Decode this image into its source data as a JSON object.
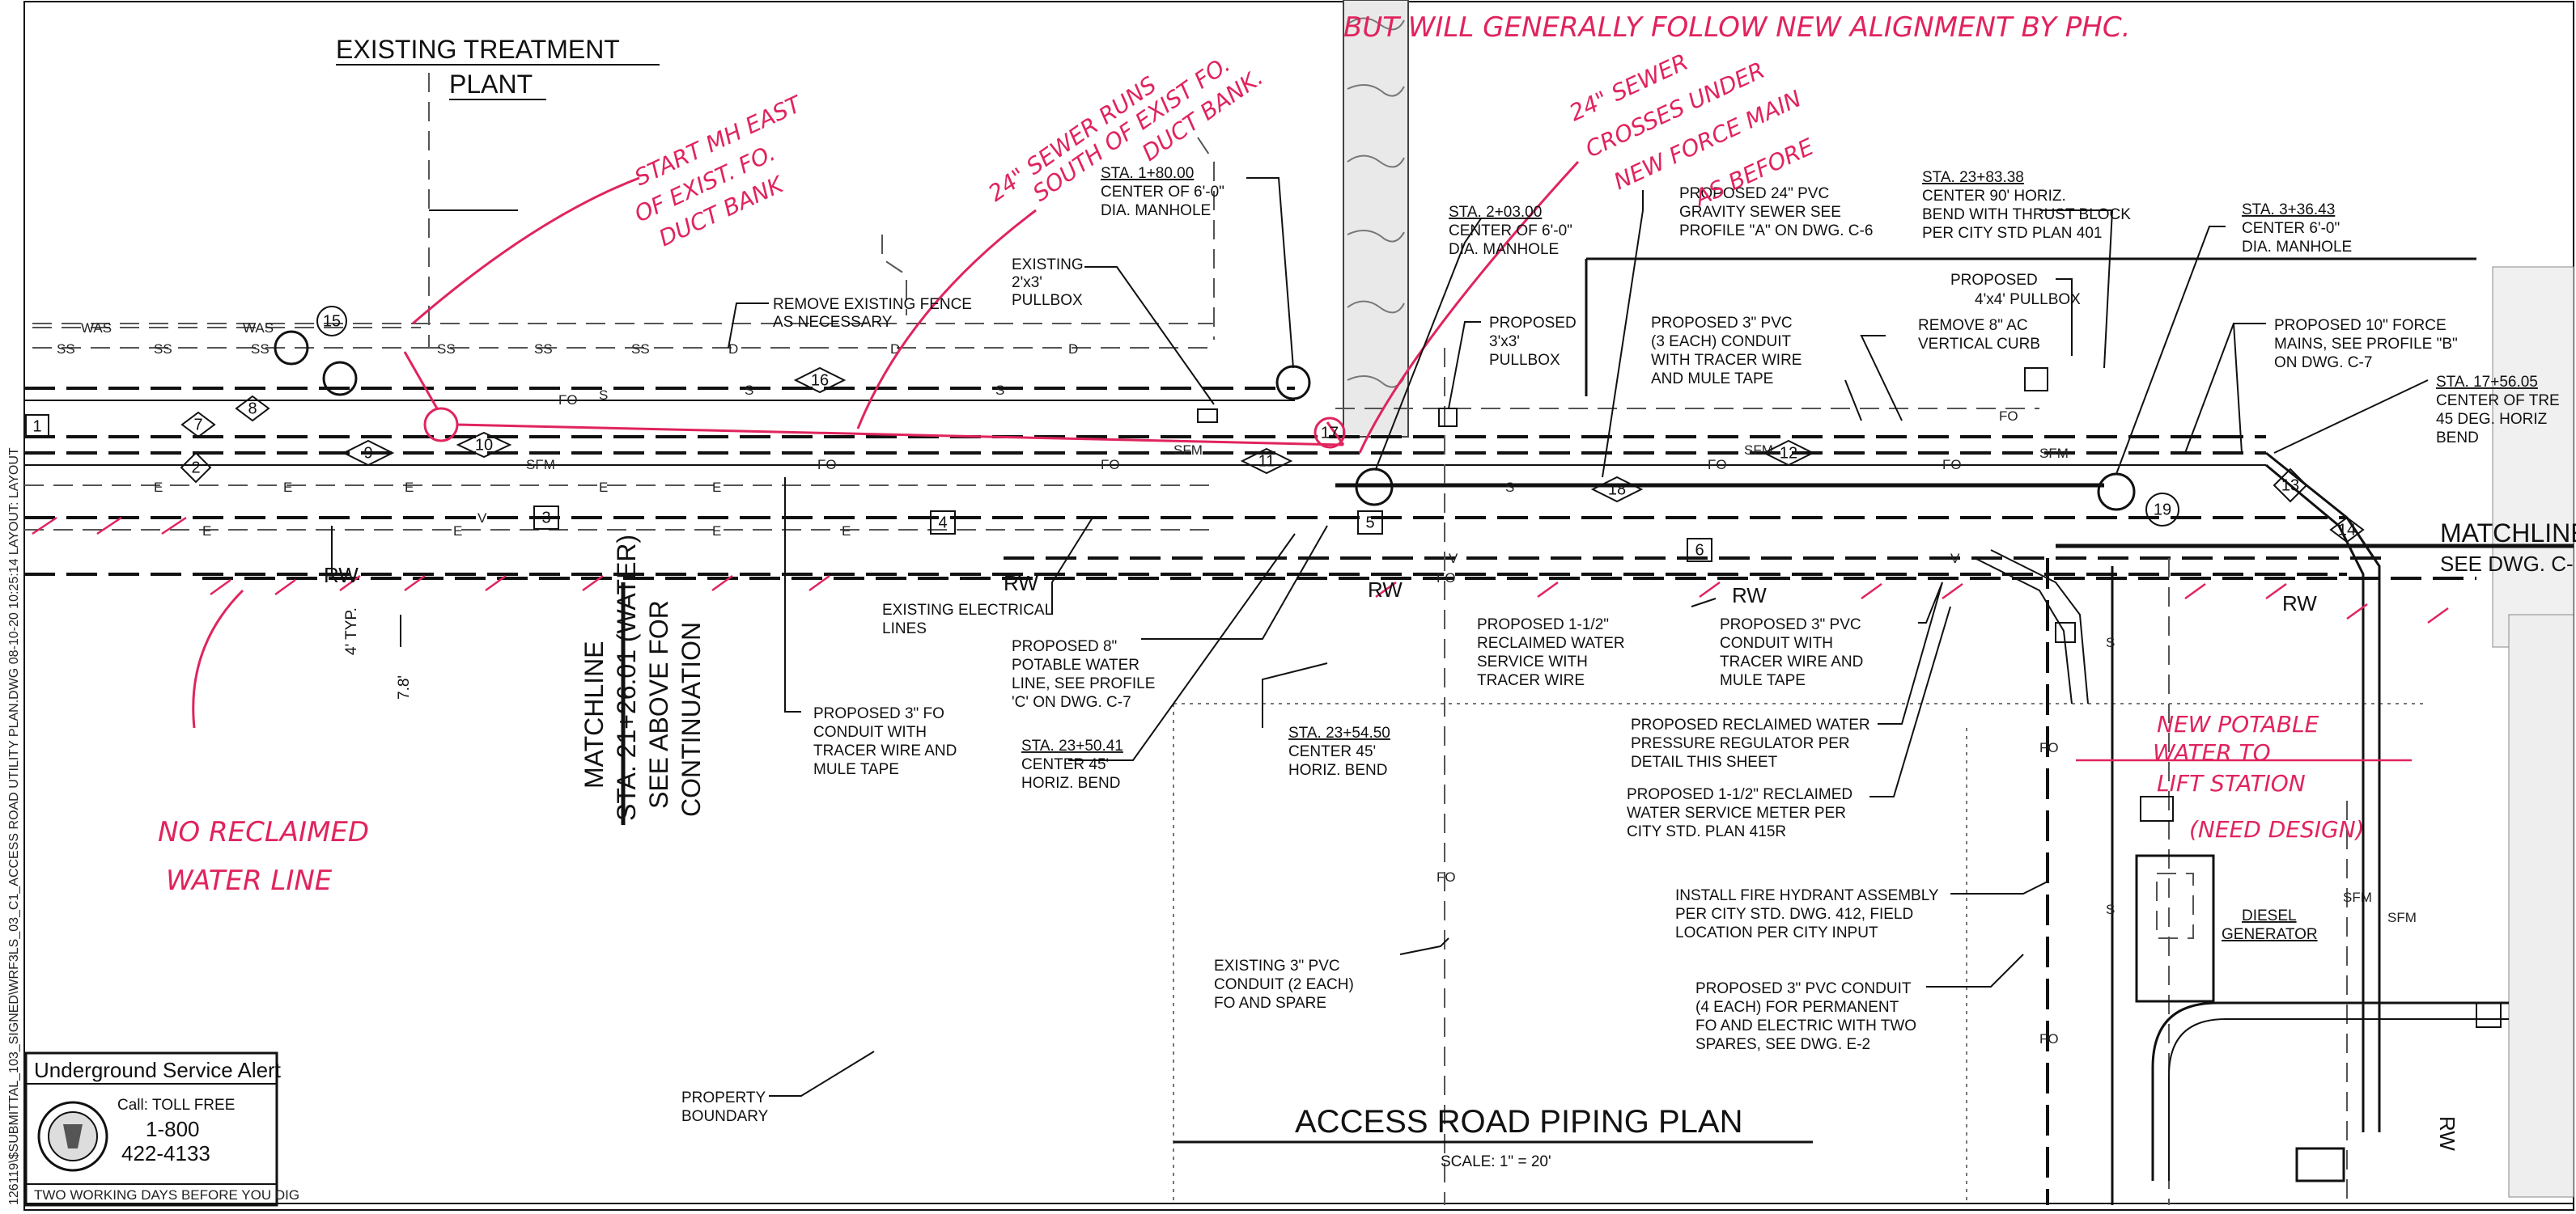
{
  "sheet": {
    "side_path": "126119\\$SUBMITTAL_103_SIGNED\\WRF3LS_03_C1_ACCESS ROAD UTILITY PLAN.DWG 08-10-20 10:25:14 LAYOUT: LAYOUT",
    "drawing_title": "ACCESS ROAD PIPING PLAN",
    "scale": "SCALE: 1\" = 20'"
  },
  "usa_box": {
    "title": "Underground Service Alert",
    "call": "Call: TOLL FREE",
    "line1": "1-800",
    "line2": "422-4133",
    "footer": "TWO WORKING DAYS BEFORE YOU DIG"
  },
  "labels": {
    "existing_plant_1": "EXISTING TREATMENT",
    "existing_plant_2": "PLANT",
    "matchline_left_1": "MATCHLINE",
    "matchline_left_2": "STA. 21+26.01 (WATER)",
    "matchline_left_3": "SEE ABOVE FOR",
    "matchline_left_4": "CONTINUATION",
    "matchline_right_1": "MATCHLINE",
    "matchline_right_2": "SEE DWG. C-",
    "typ_4": "4' TYP.",
    "dim_78": "7.8'",
    "remove_fence_1": "REMOVE EXISTING FENCE",
    "remove_fence_2": "AS NECESSARY",
    "existing_pullbox_1": "EXISTING",
    "existing_pullbox_2": "2'x3'",
    "existing_pullbox_3": "PULLBOX",
    "sta_180_1": "STA. 1+80.00",
    "sta_180_2": "CENTER OF 6'-0\"",
    "sta_180_3": "DIA. MANHOLE",
    "sta_203_1": "STA. 2+03.00",
    "sta_203_2": "CENTER OF 6'-0\"",
    "sta_203_3": "DIA. MANHOLE",
    "prop_pullbox_1": "PROPOSED",
    "prop_pullbox_2": "3'x3'",
    "prop_pullbox_3": "PULLBOX",
    "prop_24_1": "PROPOSED 24\" PVC",
    "prop_24_2": "GRAVITY SEWER SEE",
    "prop_24_3": "PROFILE \"A\" ON DWG. C-6",
    "sta_2383_1": "STA. 23+83.38",
    "sta_2383_2": "CENTER 90' HORIZ.",
    "sta_2383_3": "BEND WITH THRUST BLOCK",
    "sta_2383_4": "PER CITY STD PLAN 401",
    "sta_336_1": "STA. 3+36.43",
    "sta_336_2": "CENTER 6'-0\"",
    "sta_336_3": "DIA. MANHOLE",
    "prop_4x4_1": "PROPOSED",
    "prop_4x4_2": "4'x4' PULLBOX",
    "prop_3each_1": "PROPOSED 3\" PVC",
    "prop_3each_2": "(3 EACH) CONDUIT",
    "prop_3each_3": "WITH TRACER WIRE",
    "prop_3each_4": "AND MULE TAPE",
    "remove_curb_1": "REMOVE 8\" AC",
    "remove_curb_2": "VERTICAL CURB",
    "force_main_1": "PROPOSED 10\" FORCE",
    "force_main_2": "MAINS, SEE PROFILE \"B\"",
    "force_main_3": "ON DWG. C-7",
    "sta_1756_1": "STA. 17+56.05",
    "sta_1756_2": "CENTER OF TRE",
    "sta_1756_3": "45 DEG. HORIZ",
    "sta_1756_4": "BEND",
    "exist_elec_1": "EXISTING ELECTRICAL",
    "exist_elec_2": "LINES",
    "prop_8_1": "PROPOSED 8\"",
    "prop_8_2": "POTABLE WATER",
    "prop_8_3": "LINE, SEE PROFILE",
    "prop_8_4": "'C' ON DWG. C-7",
    "prop_3fo_1": "PROPOSED 3\" FO",
    "prop_3fo_2": "CONDUIT WITH",
    "prop_3fo_3": "TRACER WIRE AND",
    "prop_3fo_4": "MULE TAPE",
    "sta_2350_1": "STA. 23+50.41",
    "sta_2350_2": "CENTER 45'",
    "sta_2350_3": "HORIZ. BEND",
    "sta_2354_1": "STA. 23+54.50",
    "sta_2354_2": "CENTER 45'",
    "sta_2354_3": "HORIZ. BEND",
    "recl_112_1": "PROPOSED 1-1/2\"",
    "recl_112_2": "RECLAIMED WATER",
    "recl_112_3": "SERVICE WITH",
    "recl_112_4": "TRACER WIRE",
    "prop_3pvc_1": "PROPOSED 3\" PVC",
    "prop_3pvc_2": "CONDUIT WITH",
    "prop_3pvc_3": "TRACER WIRE AND",
    "prop_3pvc_4": "MULE TAPE",
    "prv_1": "PROPOSED RECLAIMED WATER",
    "prv_2": "PRESSURE REGULATOR PER",
    "prv_3": "DETAIL THIS SHEET",
    "meter_1": "PROPOSED 1-1/2\" RECLAIMED",
    "meter_2": "WATER SERVICE METER PER",
    "meter_3": "CITY STD. PLAN 415R",
    "hydrant_1": "INSTALL FIRE HYDRANT ASSEMBLY",
    "hydrant_2": "PER CITY STD. DWG. 412, FIELD",
    "hydrant_3": "LOCATION PER CITY INPUT",
    "exist_3pvc_1": "EXISTING 3\" PVC",
    "exist_3pvc_2": "CONDUIT (2 EACH)",
    "exist_3pvc_3": "FO AND SPARE",
    "prop_4each_1": "PROPOSED 3\" PVC CONDUIT",
    "prop_4each_2": "(4 EACH) FOR PERMANENT",
    "prop_4each_3": "FO AND ELECTRIC WITH TWO",
    "prop_4each_4": "SPARES, SEE DWG. E-2",
    "property_1": "PROPERTY",
    "property_2": "BOUNDARY",
    "diesel_1": "DIESEL",
    "diesel_2": "GENERATOR",
    "rw": "RW",
    "fo": "FO"
  },
  "utility_codes": [
    "SS",
    "WAS",
    "S",
    "FO",
    "SFM",
    "E",
    "V",
    "D",
    "RW"
  ],
  "markers": [
    "1",
    "2",
    "3",
    "4",
    "5",
    "6",
    "7",
    "8",
    "9",
    "10",
    "11",
    "12",
    "13",
    "14",
    "15",
    "16",
    "17",
    "18",
    "19"
  ],
  "handwritten": {
    "top_1": "BUT WILL GENERALLY FOLLOW NEW ALIGNMENT BY PHC.",
    "start_mh_1": "START MH EAST",
    "start_mh_2": "OF EXIST. FO.",
    "start_mh_3": "DUCT BANK",
    "sewer_runs_1": "24\" SEWER RUNS",
    "sewer_runs_2": "SOUTH OF EXIST FO.",
    "sewer_runs_3": "DUCT BANK.",
    "crosses_1": "24\" SEWER",
    "crosses_2": "CROSSES UNDER",
    "crosses_3": "NEW FORCE MAIN",
    "crosses_4": "AS BEFORE",
    "no_reclaimed_1": "NO RECLAIMED",
    "no_reclaimed_2": "WATER LINE",
    "potable_1": "NEW POTABLE",
    "potable_2": "WATER TO",
    "potable_3": "LIFT STATION",
    "potable_4": "(NEED DESIGN)"
  },
  "colors": {
    "ink": "#111111",
    "markup": "#e0245e",
    "paper": "#ffffff"
  }
}
